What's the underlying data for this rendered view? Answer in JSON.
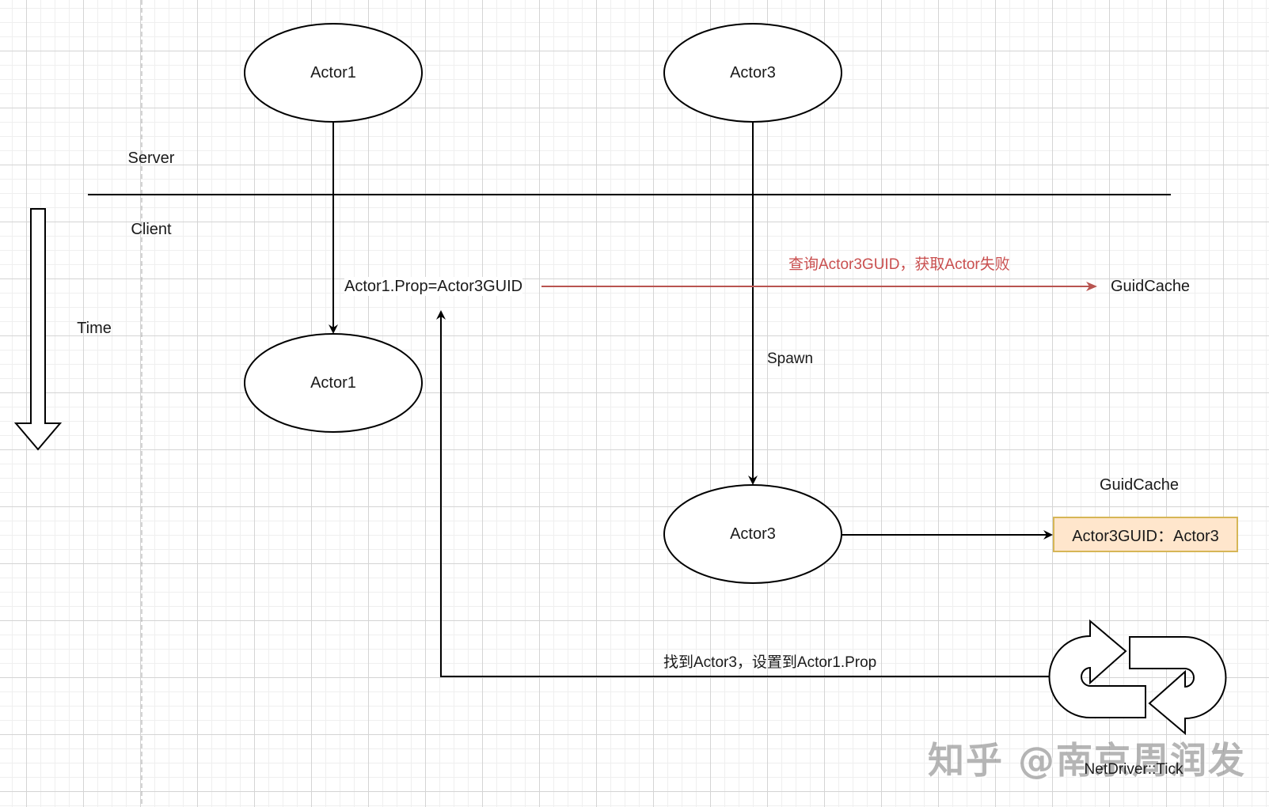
{
  "regions": {
    "server_label": "Server",
    "client_label": "Client",
    "time_label": "Time"
  },
  "nodes": {
    "actor1_server": "Actor1",
    "actor3_server": "Actor3",
    "actor1_client": "Actor1",
    "actor3_client": "Actor3"
  },
  "edges": {
    "prop_assignment": "Actor1.Prop=Actor3GUID",
    "query_fail": "查询Actor3GUID，获取Actor失败",
    "spawn": "Spawn",
    "found_set": "找到Actor3，设置到Actor1.Prop"
  },
  "guid_cache": {
    "label_top": "GuidCache",
    "label_bottom": "GuidCache",
    "entry": "Actor3GUID：Actor3"
  },
  "tick": {
    "label": "NetDriver::Tick"
  },
  "watermark": "知乎 @南京周润发",
  "colors": {
    "stroke": "#000000",
    "fail_arrow": "#b85450",
    "cache_fill": "#ffe6cc",
    "cache_stroke": "#d6b656"
  }
}
